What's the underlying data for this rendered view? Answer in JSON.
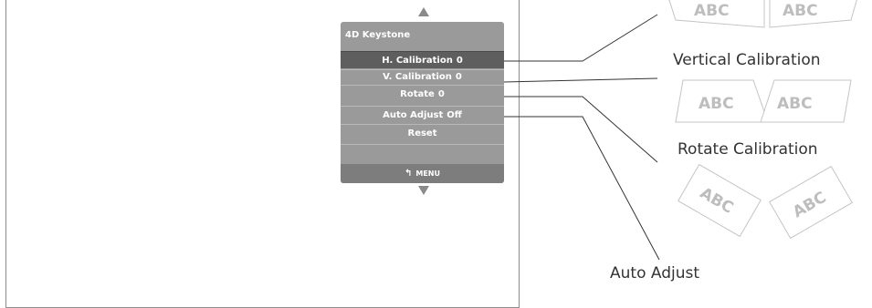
{
  "menu": {
    "title": "4D Keystone",
    "items": [
      {
        "label": "H. Calibration",
        "value": "0"
      },
      {
        "label": "V. Calibration",
        "value": "0"
      },
      {
        "label": "Rotate",
        "value": "0"
      },
      {
        "label": "Auto Adjust",
        "value": "Off"
      },
      {
        "label": "Reset",
        "value": ""
      },
      {
        "label": "",
        "value": ""
      }
    ],
    "footer_label": "MENU",
    "footer_icon": "back-arrow-icon"
  },
  "captions": {
    "vertical": "Vertical Calibration",
    "rotate": "Rotate Calibration",
    "auto": "Auto Adjust"
  },
  "samples": {
    "text": "ABC"
  },
  "colors": {
    "menu_bg": "#9a9a9a",
    "selected_bg": "#5e5e5e",
    "line": "#333333"
  }
}
